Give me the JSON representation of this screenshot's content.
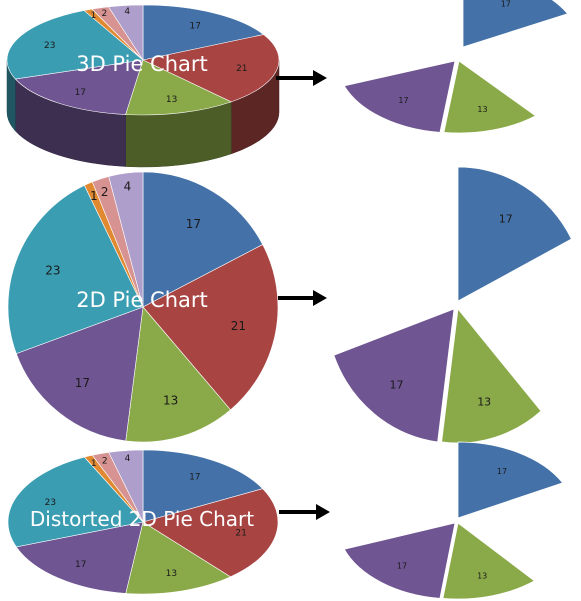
{
  "chart_data": [
    {
      "type": "pie",
      "title": "3D Pie Chart",
      "variant": "3d",
      "slices": [
        {
          "value": 17,
          "color": "#4472A8"
        },
        {
          "value": 21,
          "color": "#A84543"
        },
        {
          "value": 13,
          "color": "#8AA948"
        },
        {
          "value": 17,
          "color": "#6F5591"
        },
        {
          "value": 23,
          "color": "#3A9DB2"
        },
        {
          "value": 1,
          "color": "#E08930"
        },
        {
          "value": 2,
          "color": "#D69391"
        },
        {
          "value": 4,
          "color": "#AE9ECB"
        }
      ],
      "exploded_slices": [
        {
          "value": 17,
          "color": "#4472A8"
        },
        {
          "value": 13,
          "color": "#8AA948"
        },
        {
          "value": 17,
          "color": "#6F5591"
        }
      ]
    },
    {
      "type": "pie",
      "title": "2D Pie Chart",
      "variant": "2d",
      "slices": [
        {
          "value": 17,
          "color": "#4472A8"
        },
        {
          "value": 21,
          "color": "#A84543"
        },
        {
          "value": 13,
          "color": "#8AA948"
        },
        {
          "value": 17,
          "color": "#6F5591"
        },
        {
          "value": 23,
          "color": "#3A9DB2"
        },
        {
          "value": 1,
          "color": "#E08930"
        },
        {
          "value": 2,
          "color": "#D69391"
        },
        {
          "value": 4,
          "color": "#AE9ECB"
        }
      ],
      "exploded_slices": [
        {
          "value": 17,
          "color": "#4472A8"
        },
        {
          "value": 13,
          "color": "#8AA948"
        },
        {
          "value": 17,
          "color": "#6F5591"
        }
      ]
    },
    {
      "type": "pie",
      "title": "Distorted 2D Pie Chart",
      "variant": "distorted",
      "slices": [
        {
          "value": 17,
          "color": "#4472A8"
        },
        {
          "value": 21,
          "color": "#A84543"
        },
        {
          "value": 13,
          "color": "#8AA948"
        },
        {
          "value": 17,
          "color": "#6F5591"
        },
        {
          "value": 23,
          "color": "#3A9DB2"
        },
        {
          "value": 1,
          "color": "#E08930"
        },
        {
          "value": 2,
          "color": "#D69391"
        },
        {
          "value": 4,
          "color": "#AE9ECB"
        }
      ],
      "exploded_slices": [
        {
          "value": 17,
          "color": "#4472A8"
        },
        {
          "value": 13,
          "color": "#8AA948"
        },
        {
          "value": 17,
          "color": "#6F5591"
        }
      ]
    }
  ]
}
